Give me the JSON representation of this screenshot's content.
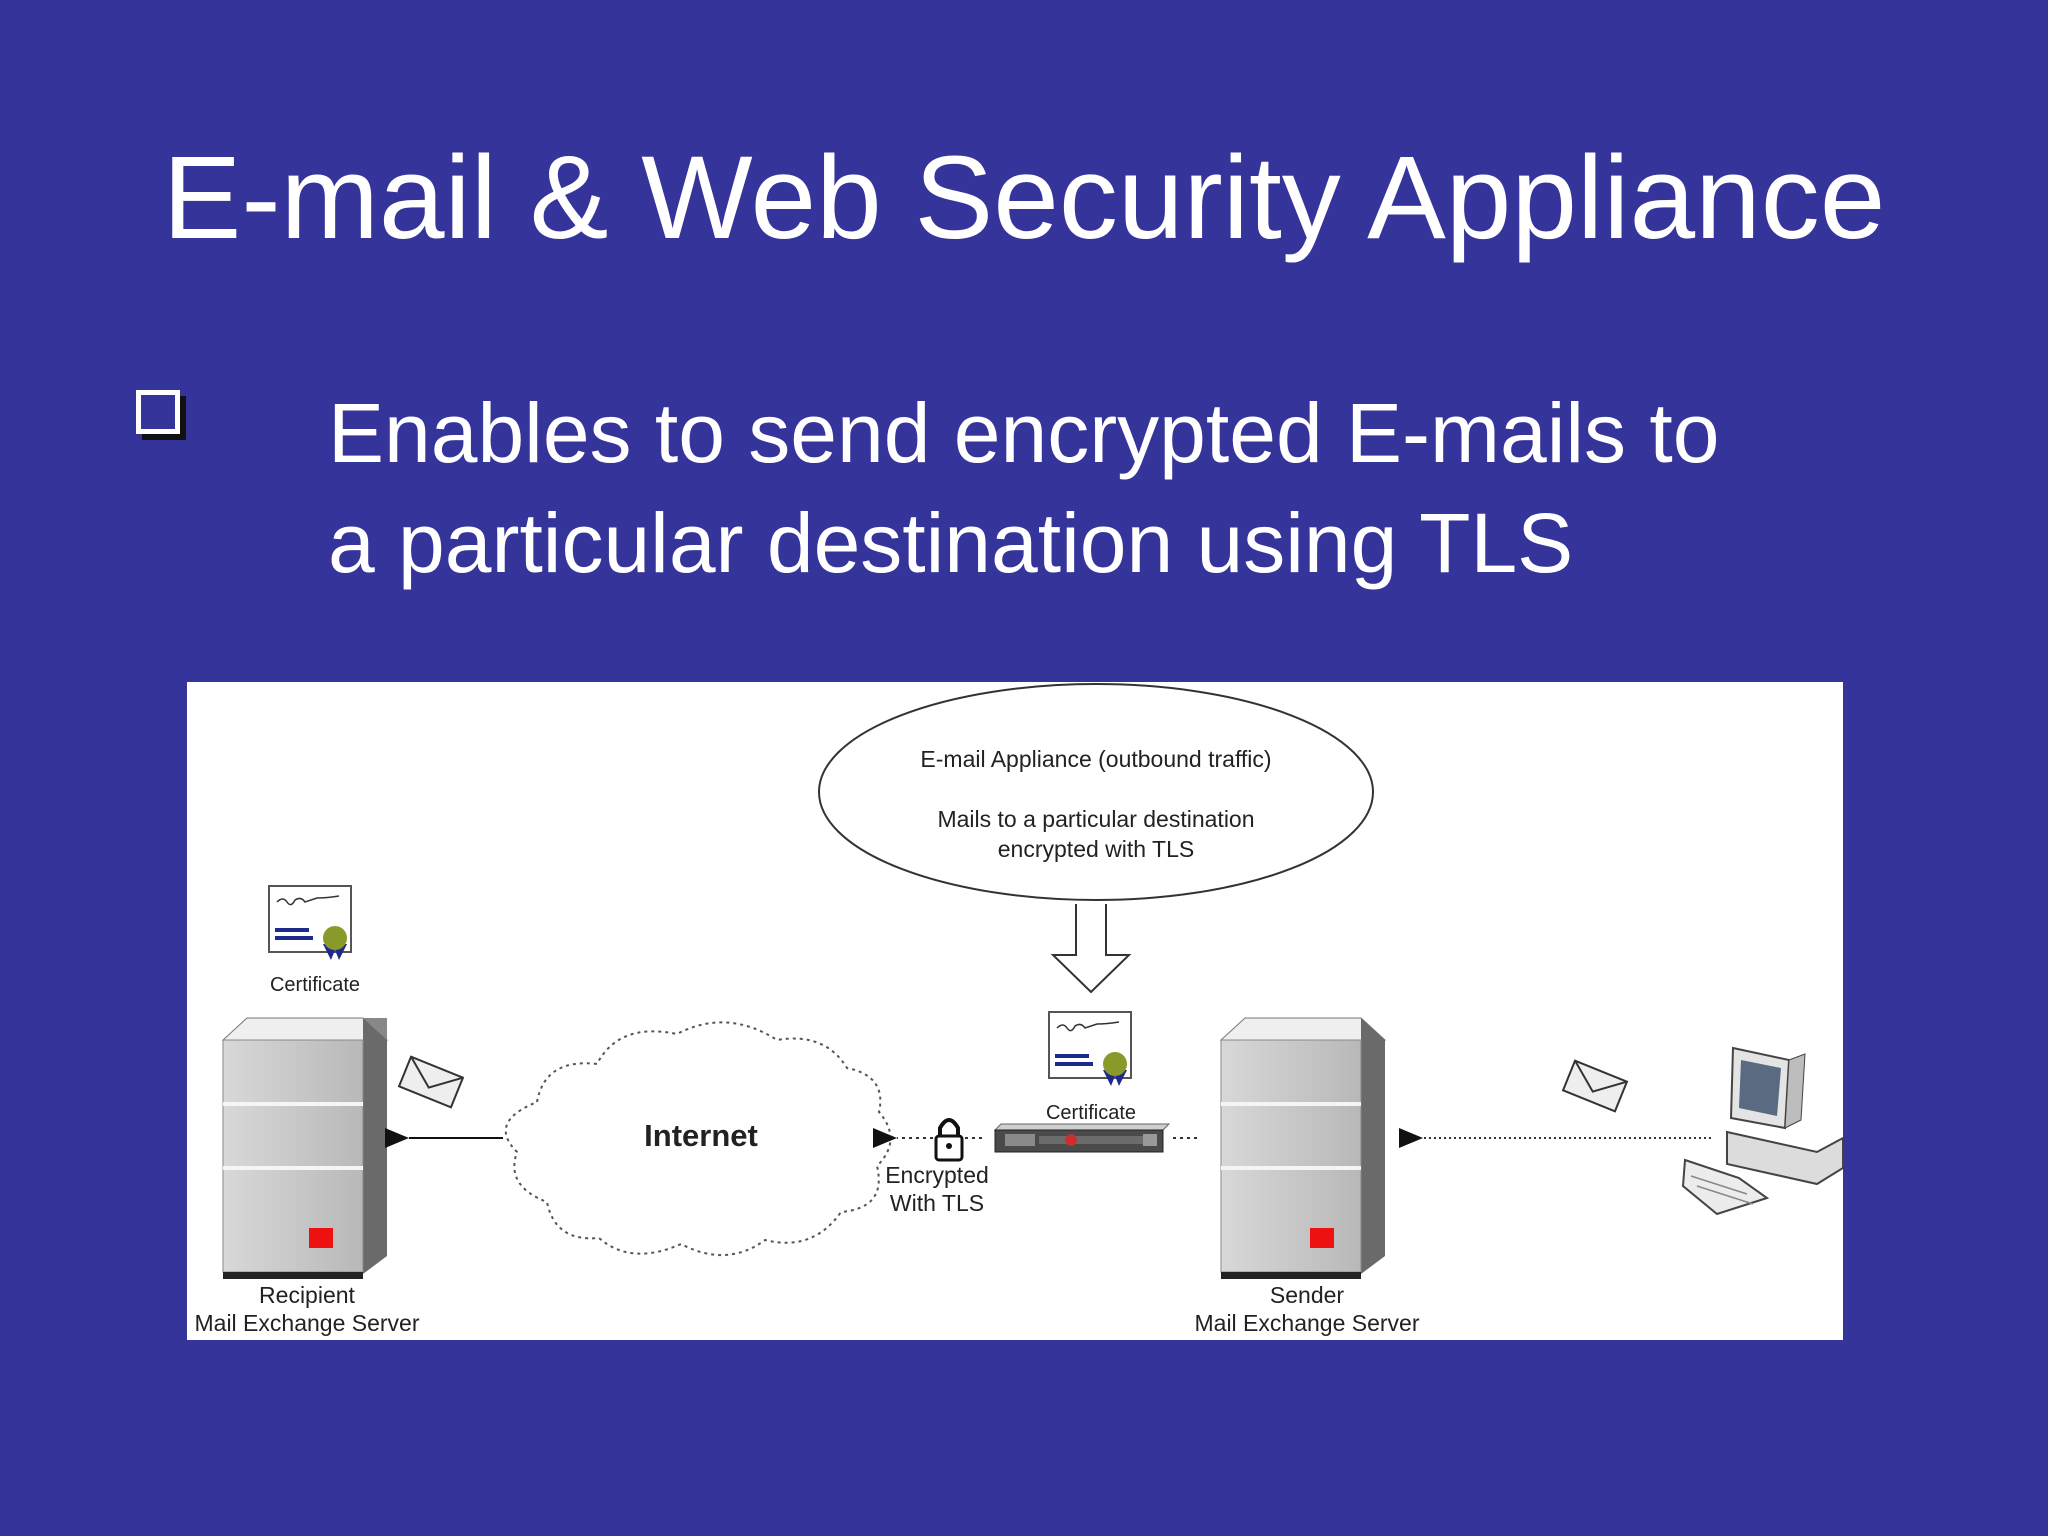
{
  "slide": {
    "title": "E-mail & Web Security Appliance",
    "bullet": {
      "line1": "Enables to send encrypted E-mails to",
      "line2": "a particular destination using TLS"
    }
  },
  "diagram": {
    "bubble": {
      "heading": "E-mail Appliance (outbound traffic)",
      "line1": "Mails to a particular destination",
      "line2": "encrypted with TLS"
    },
    "left_certificate_label": "Certificate",
    "appliance_certificate_label": "Certificate",
    "internet_label": "Internet",
    "encrypted_line1": "Encrypted",
    "encrypted_line2": "With TLS",
    "recipient_line1": "Recipient",
    "recipient_line2": "Mail Exchange Server",
    "sender_line1": "Sender",
    "sender_line2": "Mail Exchange Server"
  },
  "colors": {
    "background": "#35349a",
    "server_indicator": "#ee1111",
    "certificate_seal": "#8a9a2a",
    "certificate_lines": "#1e2a8a"
  }
}
